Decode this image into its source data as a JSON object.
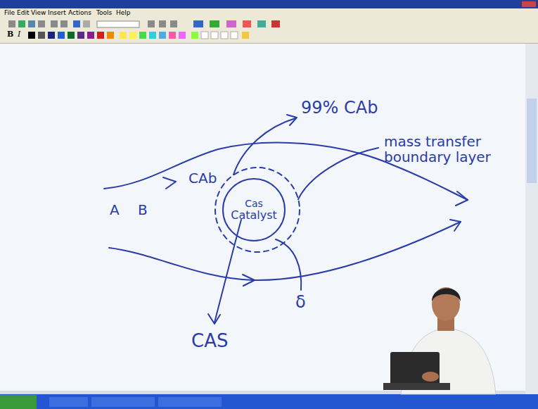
{
  "diagram": {
    "nodes": [
      {
        "text": [
          "Cas",
          "Catalyst"
        ]
      }
    ],
    "labels": [
      "File",
      "Edit",
      "View",
      "Insert",
      "Actions",
      "Tools",
      "Help",
      "B",
      "I",
      "99% CAb",
      "mass transfer boundary layer",
      "CAb",
      "A",
      "B",
      "CAS",
      "δ"
    ]
  }
}
